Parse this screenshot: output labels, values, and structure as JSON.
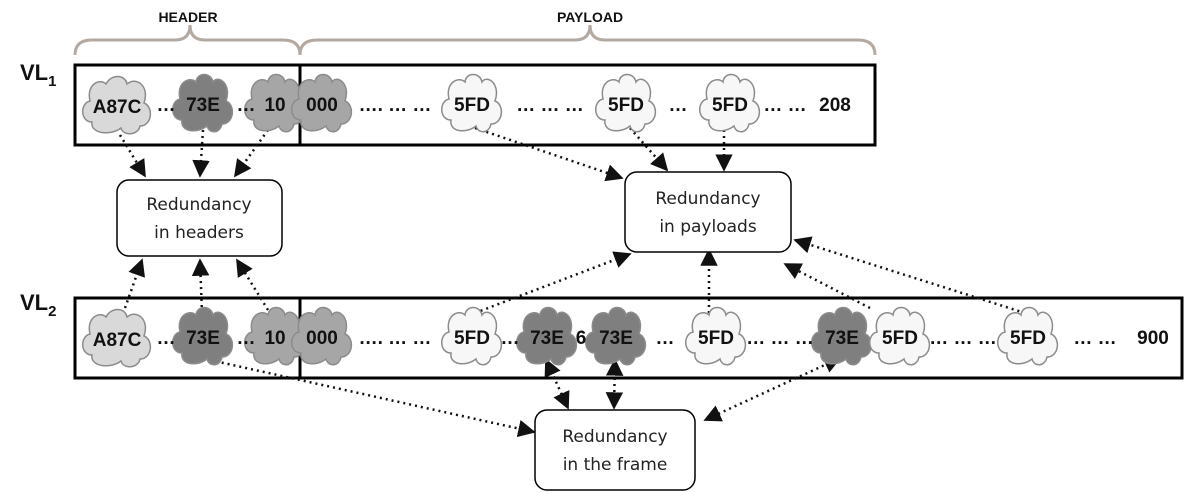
{
  "header_label": "HEADER",
  "payload_label": "PAYLOAD",
  "vl1": {
    "name": "VL",
    "sub": "1",
    "clouds": [
      {
        "text": "A87C",
        "shade": "light"
      },
      {
        "text": "73E",
        "shade": "dark"
      },
      {
        "text": "10",
        "shade": "mid"
      },
      {
        "text": "000",
        "shade": "mid"
      },
      {
        "text": "5FD",
        "shade": "white"
      },
      {
        "text": "5FD",
        "shade": "white"
      },
      {
        "text": "5FD",
        "shade": "white"
      }
    ],
    "separators": [
      "…",
      "…",
      "…. … …",
      "… … …",
      "…",
      "… …"
    ],
    "end_value": "208"
  },
  "vl2": {
    "name": "VL",
    "sub": "2",
    "clouds": [
      {
        "text": "A87C",
        "shade": "light"
      },
      {
        "text": "73E",
        "shade": "dark"
      },
      {
        "text": "10",
        "shade": "mid"
      },
      {
        "text": "000",
        "shade": "mid"
      },
      {
        "text": "5FD",
        "shade": "white"
      },
      {
        "text": "73E",
        "shade": "dark"
      },
      {
        "text": "73E",
        "shade": "dark"
      },
      {
        "text": "5FD",
        "shade": "white"
      },
      {
        "text": "73E",
        "shade": "dark"
      },
      {
        "text": "5FD",
        "shade": "white"
      },
      {
        "text": "5FD",
        "shade": "white"
      }
    ],
    "separators": [
      "…",
      "…",
      "…. … …",
      "…",
      "6",
      "…",
      "… … …",
      "… … …"
    ],
    "end_value": "900"
  },
  "boxes": {
    "headers": [
      "Redundancy",
      "in headers"
    ],
    "payloads": [
      "Redundancy",
      "in payloads"
    ],
    "frame": [
      "Redundancy",
      "in the frame"
    ]
  },
  "colors": {
    "light": "#d9d9d9",
    "mid": "#a6a6a6",
    "dark": "#7f7f7f",
    "white": "#f7f7f7",
    "outline": "#8c8c8c",
    "brace": "#b3a9a0"
  }
}
